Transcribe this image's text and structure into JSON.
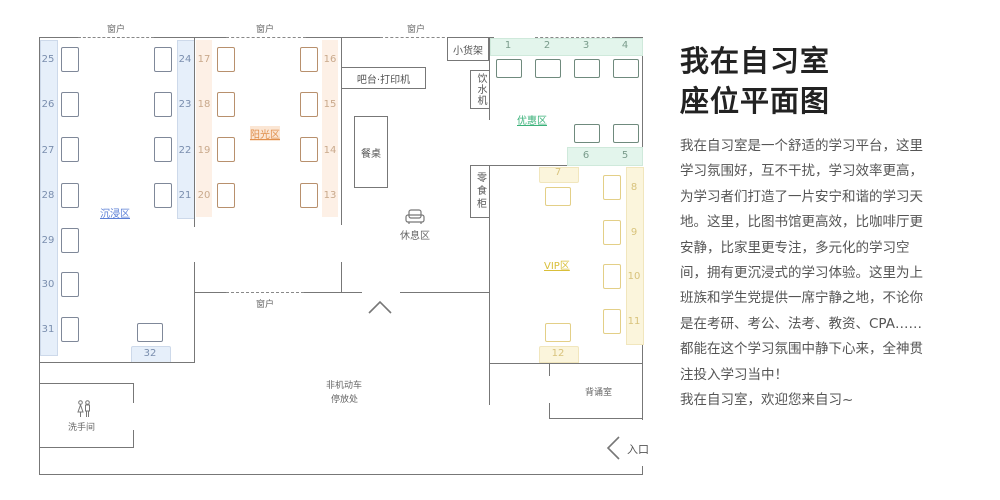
{
  "title": {
    "line1": "我在自习室",
    "line2": "座位平面图"
  },
  "description": {
    "lines": [
      "我在自习室是一个舒适的学习平台，这里",
      "学习氛围好，互不干扰，学习效率更高，",
      "为学习者们打造了一片安宁和谐的学习天",
      "地。这里，比图书馆更高效，比咖啡厅更",
      "安静，比家里更专注，多元化的学习空",
      "间，拥有更沉浸式的学习体验。这里为上",
      "班族和学生党提供一席宁静之地，不论你",
      "是在考研、考公、法考、教资、CPA……",
      "都能在这个学习氛围中静下心来，全神贯",
      "注投入学习当中！",
      "我在自习室，欢迎您来自习~"
    ]
  },
  "floorplan": {
    "windows": [
      "窗户",
      "窗户",
      "窗户",
      "窗户"
    ],
    "zones": {
      "immersive": "沉浸区",
      "sunshine": "阳光区",
      "discount": "优惠区",
      "vip": "VIP区",
      "lounge": "休息区"
    },
    "facilities": {
      "bar_printer": "吧台·打印机",
      "dining_table": "餐桌",
      "shelf": "小货架",
      "water_dispenser": "饮水机",
      "snack_cabinet": "零食柜",
      "restroom": "洗手间",
      "bike_parking_1": "非机动车",
      "bike_parking_2": "停放处",
      "recitation_room": "背诵室",
      "entrance": "入口"
    },
    "seats": {
      "immersive_left": [
        "25",
        "26",
        "27",
        "28",
        "29",
        "30",
        "31"
      ],
      "immersive_right": [
        "24",
        "23",
        "22",
        "21"
      ],
      "immersive_bottom": "32",
      "sunshine_left": [
        "17",
        "18",
        "19",
        "20"
      ],
      "sunshine_right": [
        "16",
        "15",
        "14",
        "13"
      ],
      "discount_top": [
        "1",
        "2",
        "3",
        "4"
      ],
      "discount_bottom": [
        "6",
        "5"
      ],
      "vip_right": [
        "8",
        "9",
        "10",
        "11"
      ],
      "vip_top": "7",
      "vip_bottom": "12"
    },
    "colors": {
      "immersive": "#5b7fd6",
      "sunshine": "#e0904e",
      "discount": "#3bb27a",
      "vip": "#d9bf3a"
    }
  }
}
